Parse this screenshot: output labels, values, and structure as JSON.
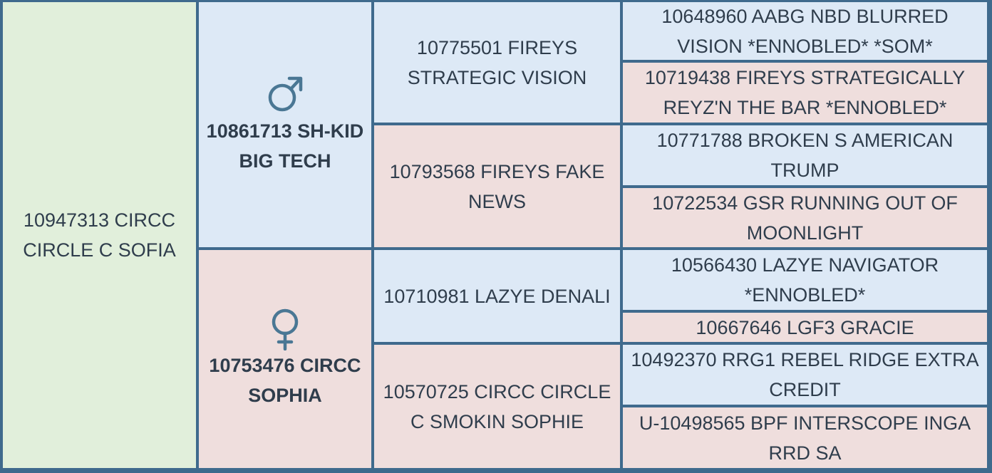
{
  "subject": {
    "label": "10947313 CIRCC CIRCLE C SOFIA"
  },
  "sire": {
    "label": "10861713 SH-KID BIG TECH",
    "symbol": "male-symbol-icon",
    "sire": {
      "label": "10775501 FIREYS STRATEGIC VISION",
      "sire": {
        "label": "10648960 AABG NBD BLURRED VISION *ENNOBLED* *SOM*"
      },
      "dam": {
        "label": "10719438 FIREYS STRATEGICALLY REYZ'N THE BAR *ENNOBLED*"
      }
    },
    "dam": {
      "label": "10793568 FIREYS FAKE NEWS",
      "sire": {
        "label": "10771788 BROKEN S AMERICAN TRUMP"
      },
      "dam": {
        "label": "10722534 GSR RUNNING OUT OF MOONLIGHT"
      }
    }
  },
  "dam": {
    "label": "10753476 CIRCC SOPHIA",
    "symbol": "female-symbol-icon",
    "sire": {
      "label": "10710981 LAZYE DENALI",
      "sire": {
        "label": "10566430 LAZYE NAVIGATOR *ENNOBLED*"
      },
      "dam": {
        "label": "10667646 LGF3 GRACIE"
      }
    },
    "dam": {
      "label": "10570725 CIRCC CIRCLE C SMOKIN SOPHIE",
      "sire": {
        "label": "10492370 RRG1 REBEL RIDGE EXTRA CREDIT"
      },
      "dam": {
        "label": "U-10498565 BPF INTERSCOPE INGA RRD SA"
      }
    }
  },
  "colors": {
    "border": "#3f6a8d",
    "subject_bg": "#e1efdb",
    "male_bg": "#dde9f6",
    "female_bg": "#efdedd",
    "text": "#2f3d4c",
    "symbol": "#4a7794"
  }
}
